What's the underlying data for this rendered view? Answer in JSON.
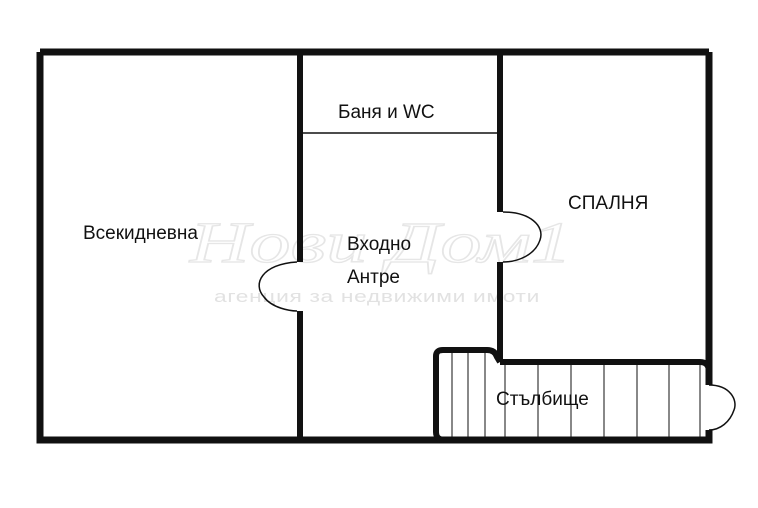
{
  "rooms": {
    "living_room": "Всекидневна",
    "bathroom": "Баня и WC",
    "entrance_line1": "Входно",
    "entrance_line2": "Антре",
    "bedroom": "СПАЛНЯ",
    "staircase": "Стълбище"
  },
  "watermark": {
    "logo": "Нови Дом1",
    "tagline": "агенция за недвижими имоти"
  },
  "colors": {
    "wall": "#111111",
    "background": "#ffffff",
    "watermark": "#e4e4e4"
  }
}
